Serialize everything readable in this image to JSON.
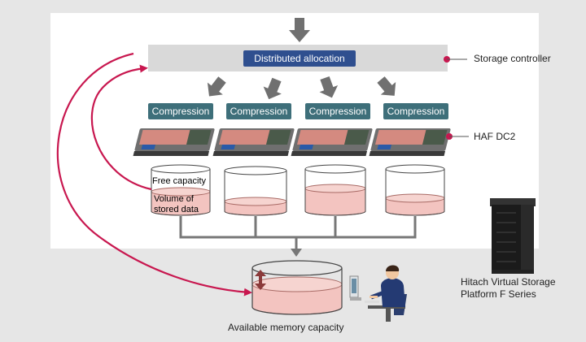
{
  "controller": {
    "allocation_label": "Distributed allocation",
    "callout": "Storage controller"
  },
  "modules": {
    "compression_labels": [
      "Compression",
      "Compression",
      "Compression",
      "Compression"
    ],
    "callout": "HAF DC2",
    "free_label": "Free capacity",
    "stored_label_line1": "Volume of",
    "stored_label_line2": "stored data"
  },
  "pool": {
    "caption": "Available memory capacity"
  },
  "product": {
    "line1": "Hitach Virtual Storage",
    "line2": "Platform F Series"
  },
  "colors": {
    "accent": "#c8174f",
    "fluid": "#f3c4c0",
    "arrow": "#707070",
    "bar": "#d9d9d9"
  }
}
